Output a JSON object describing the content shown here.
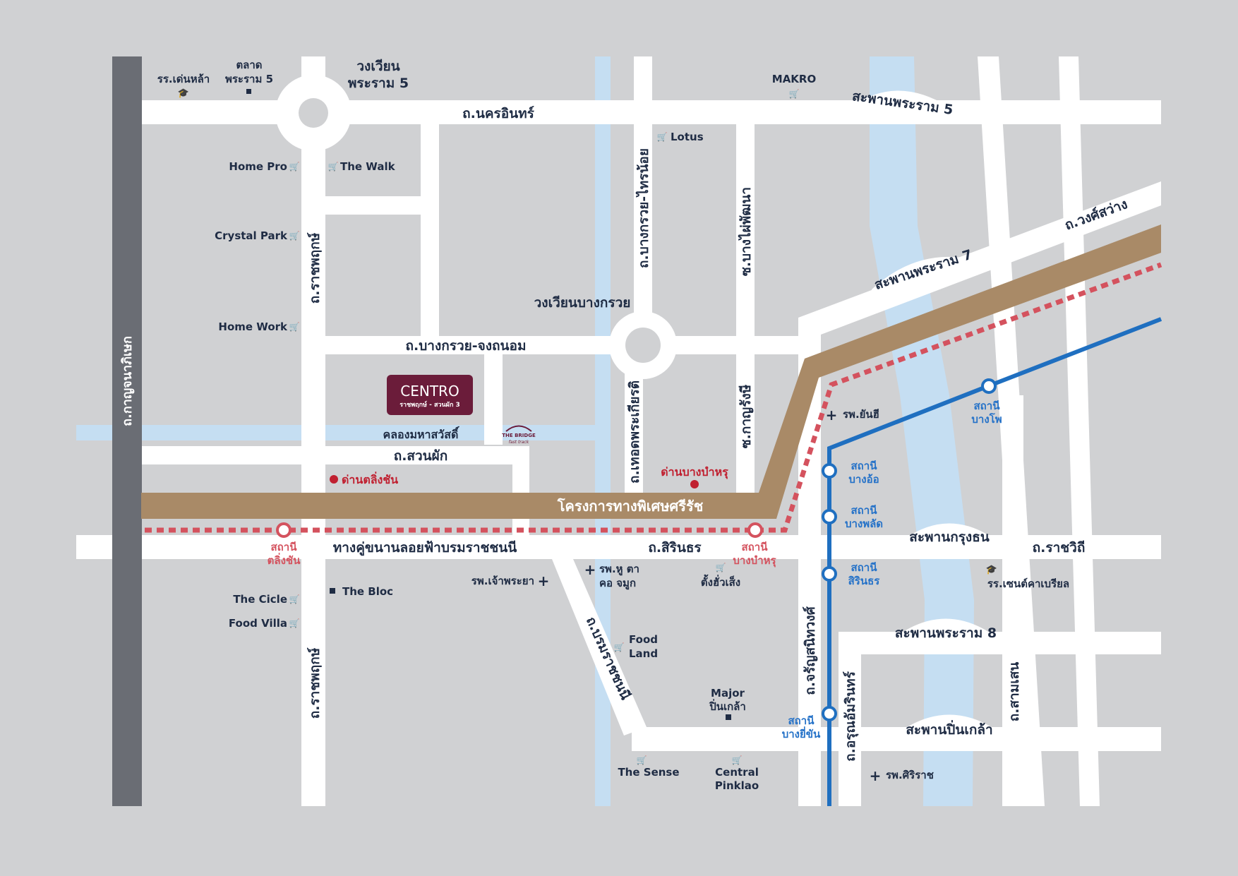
{
  "colors": {
    "background": "#d0d1d3",
    "road": "#ffffff",
    "highway": "#6a6d74",
    "canal": "#c5def2",
    "expressway": "#a98a67",
    "red_line": "#d4525e",
    "blue_line": "#1f6fc0",
    "logo_bg": "#6b1c3a"
  },
  "roads": {
    "kanchana": "ถ.กาญจนาภิเษก",
    "nakhon_in": "ถ.นครอินทร์",
    "ratchaphruek_top": "ถ.ราชพฤกษ์",
    "ratchaphruek_bottom": "ถ.ราชพฤกษ์",
    "bang_kruai_sai_noi": "ถ.บางกรวย-ไทรน้อย",
    "bang_phai_phatthana": "ซ.บางไผ่พัฒนา",
    "bang_kruai_chong_thanom": "ถ.บางกรวย-จงถนอม",
    "thet_phra_kiat": "ถ.เทอดพระเกียรติ",
    "kanrangsi": "ซ.กาญรังษี",
    "suan_phak": "ถ.สวนผัก",
    "borommaratchachonnani_parallel": "ทางคู่ขนานลอยฟ้าบรมราชชนนี",
    "sirindhorn": "ถ.สิรินธร",
    "ratchawithi": "ถ.ราชวิถี",
    "borommaratchachonnani": "ถ.บรมราชชนนี",
    "charan_sanitwong": "ถ.จรัญสนิทวงศ์",
    "arun_amarin": "ถ.อรุณอัมรินทร์",
    "sam_sen": "ถ.สามเสน",
    "wongsawang": "ถ.วงศ์สว่าง"
  },
  "bridges": {
    "rama5": "สะพานพระราม 5",
    "rama7": "สะพานพระราม 7",
    "krung_thon": "สะพานกรุงธน",
    "rama8": "สะพานพระราม 8",
    "pinklao": "สะพานปิ่นเกล้า"
  },
  "roundabouts": {
    "rama5_line1": "วงเวียน",
    "rama5_line2": "พระราม 5",
    "bang_kruai": "วงเวียนบางกรวย"
  },
  "canal": {
    "name": "คลองมหาสวัสดิ์"
  },
  "expressway": {
    "name": "โครงการทางพิเศษศรีรัช"
  },
  "tollgates": {
    "taling_chan": "ด่านตลิ่งชัน",
    "bang_bamru": "ด่านบางบำหรุ"
  },
  "places": {
    "school_den_la": "รร.เด่นหล้า",
    "talat_line1": "ตลาด",
    "talat_line2": "พระราม 5",
    "makro": "MAKRO",
    "lotus": "Lotus",
    "home_pro": "Home Pro",
    "the_walk": "The Walk",
    "crystal_park": "Crystal Park",
    "home_work": "Home Work",
    "the_cicle": "The Cicle",
    "food_villa": "Food Villa",
    "the_bloc": "The Bloc",
    "hosp_chaophraya": "รพ.เจ้าพระยา",
    "hosp_ent_line1": "รพ.หู ตา",
    "hosp_ent_line2": "คอ จมูก",
    "tang_hua_seng": "ตั้งฮั่วเส็ง",
    "food_land_line1": "Food",
    "food_land_line2": "Land",
    "major_line1": "Major",
    "major_line2": "ปิ่นเกล้า",
    "the_sense": "The Sense",
    "central_line1": "Central",
    "central_line2": "Pinklao",
    "hosp_yanhee": "รพ.ยันฮี",
    "hosp_siriraj": "รพ.ศิริราช",
    "school_st_cabrini": "รร.เซนต์คาเบรียล"
  },
  "logo": {
    "brand": "CENTRO",
    "sub": "ราชพฤกษ์ - สวนผัก 3"
  },
  "bridge_logo": {
    "line1": "THE BRIDGE",
    "line2": "fast track"
  },
  "stations": {
    "word": "สถานี",
    "taling_chan": "ตลิ่งชัน",
    "bang_bamru": "บางบำหรุ",
    "bang_phlat": "บางพลัด",
    "bang_o": "บางอ้อ",
    "bang_pho": "บางโพ",
    "sirindhorn": "สิรินธร",
    "bang_yi_khan": "บางยี่ขัน"
  }
}
